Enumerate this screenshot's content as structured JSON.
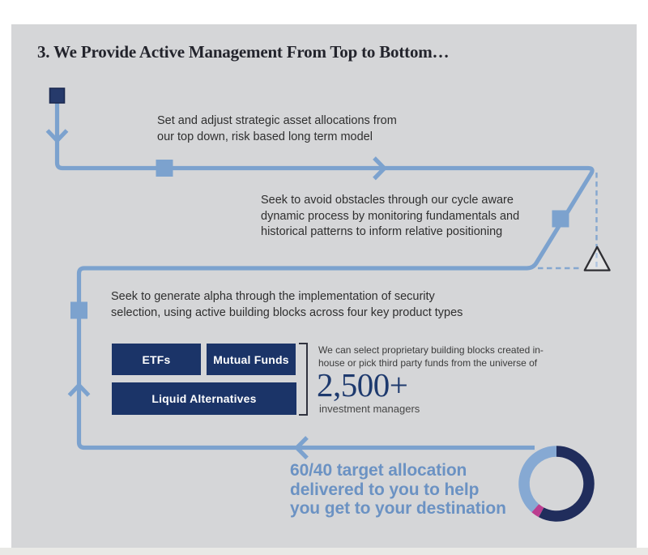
{
  "title": "3. We Provide Active Management From Top to Bottom…",
  "steps": {
    "step1": "Set and adjust strategic asset allocations from\nour top down, risk based long term model",
    "step2": "Seek to avoid obstacles through our cycle aware\ndynamic process by monitoring fundamentals and\nhistorical patterns to inform relative positioning",
    "step3": "Seek to generate alpha through the implementation of security\nselection, using active building blocks across four key product types"
  },
  "products": {
    "etfs": "ETFs",
    "mutual_funds": "Mutual Funds",
    "liquid_alternatives": "Liquid Alternatives"
  },
  "universe": {
    "note": "We can select proprietary building blocks created in-\nhouse or pick third party funds from the universe of",
    "count": "2,500+",
    "label": "investment managers"
  },
  "cta": "60/40 target allocation\ndelivered to you to help\nyou get to your destination",
  "colors": {
    "panel_bg": "#d5d6d8",
    "flow_blue": "#7ca2ce",
    "navy_box": "#1b3468",
    "start_node_navy": "#263a6b",
    "count_navy": "#1e3a6e",
    "cta_blue": "#6b92c3",
    "donut_navy": "#202d5c",
    "donut_light_blue": "#86a9d3",
    "donut_magenta": "#bb3e90",
    "obstacle_outline": "#2e2e32"
  },
  "chart_data": {
    "type": "pie",
    "subtype": "donut",
    "annotation": "60/40 target allocation delivered to you to help you get to your destination",
    "segments": [
      {
        "name": "dark-navy-segment",
        "share_pct": 58,
        "color": "#202d5c"
      },
      {
        "name": "magenta-segment",
        "share_pct": 3,
        "color": "#bb3e90"
      },
      {
        "name": "light-blue-segment",
        "share_pct": 39,
        "color": "#86a9d3"
      }
    ],
    "legend": "none",
    "labels": "none"
  }
}
